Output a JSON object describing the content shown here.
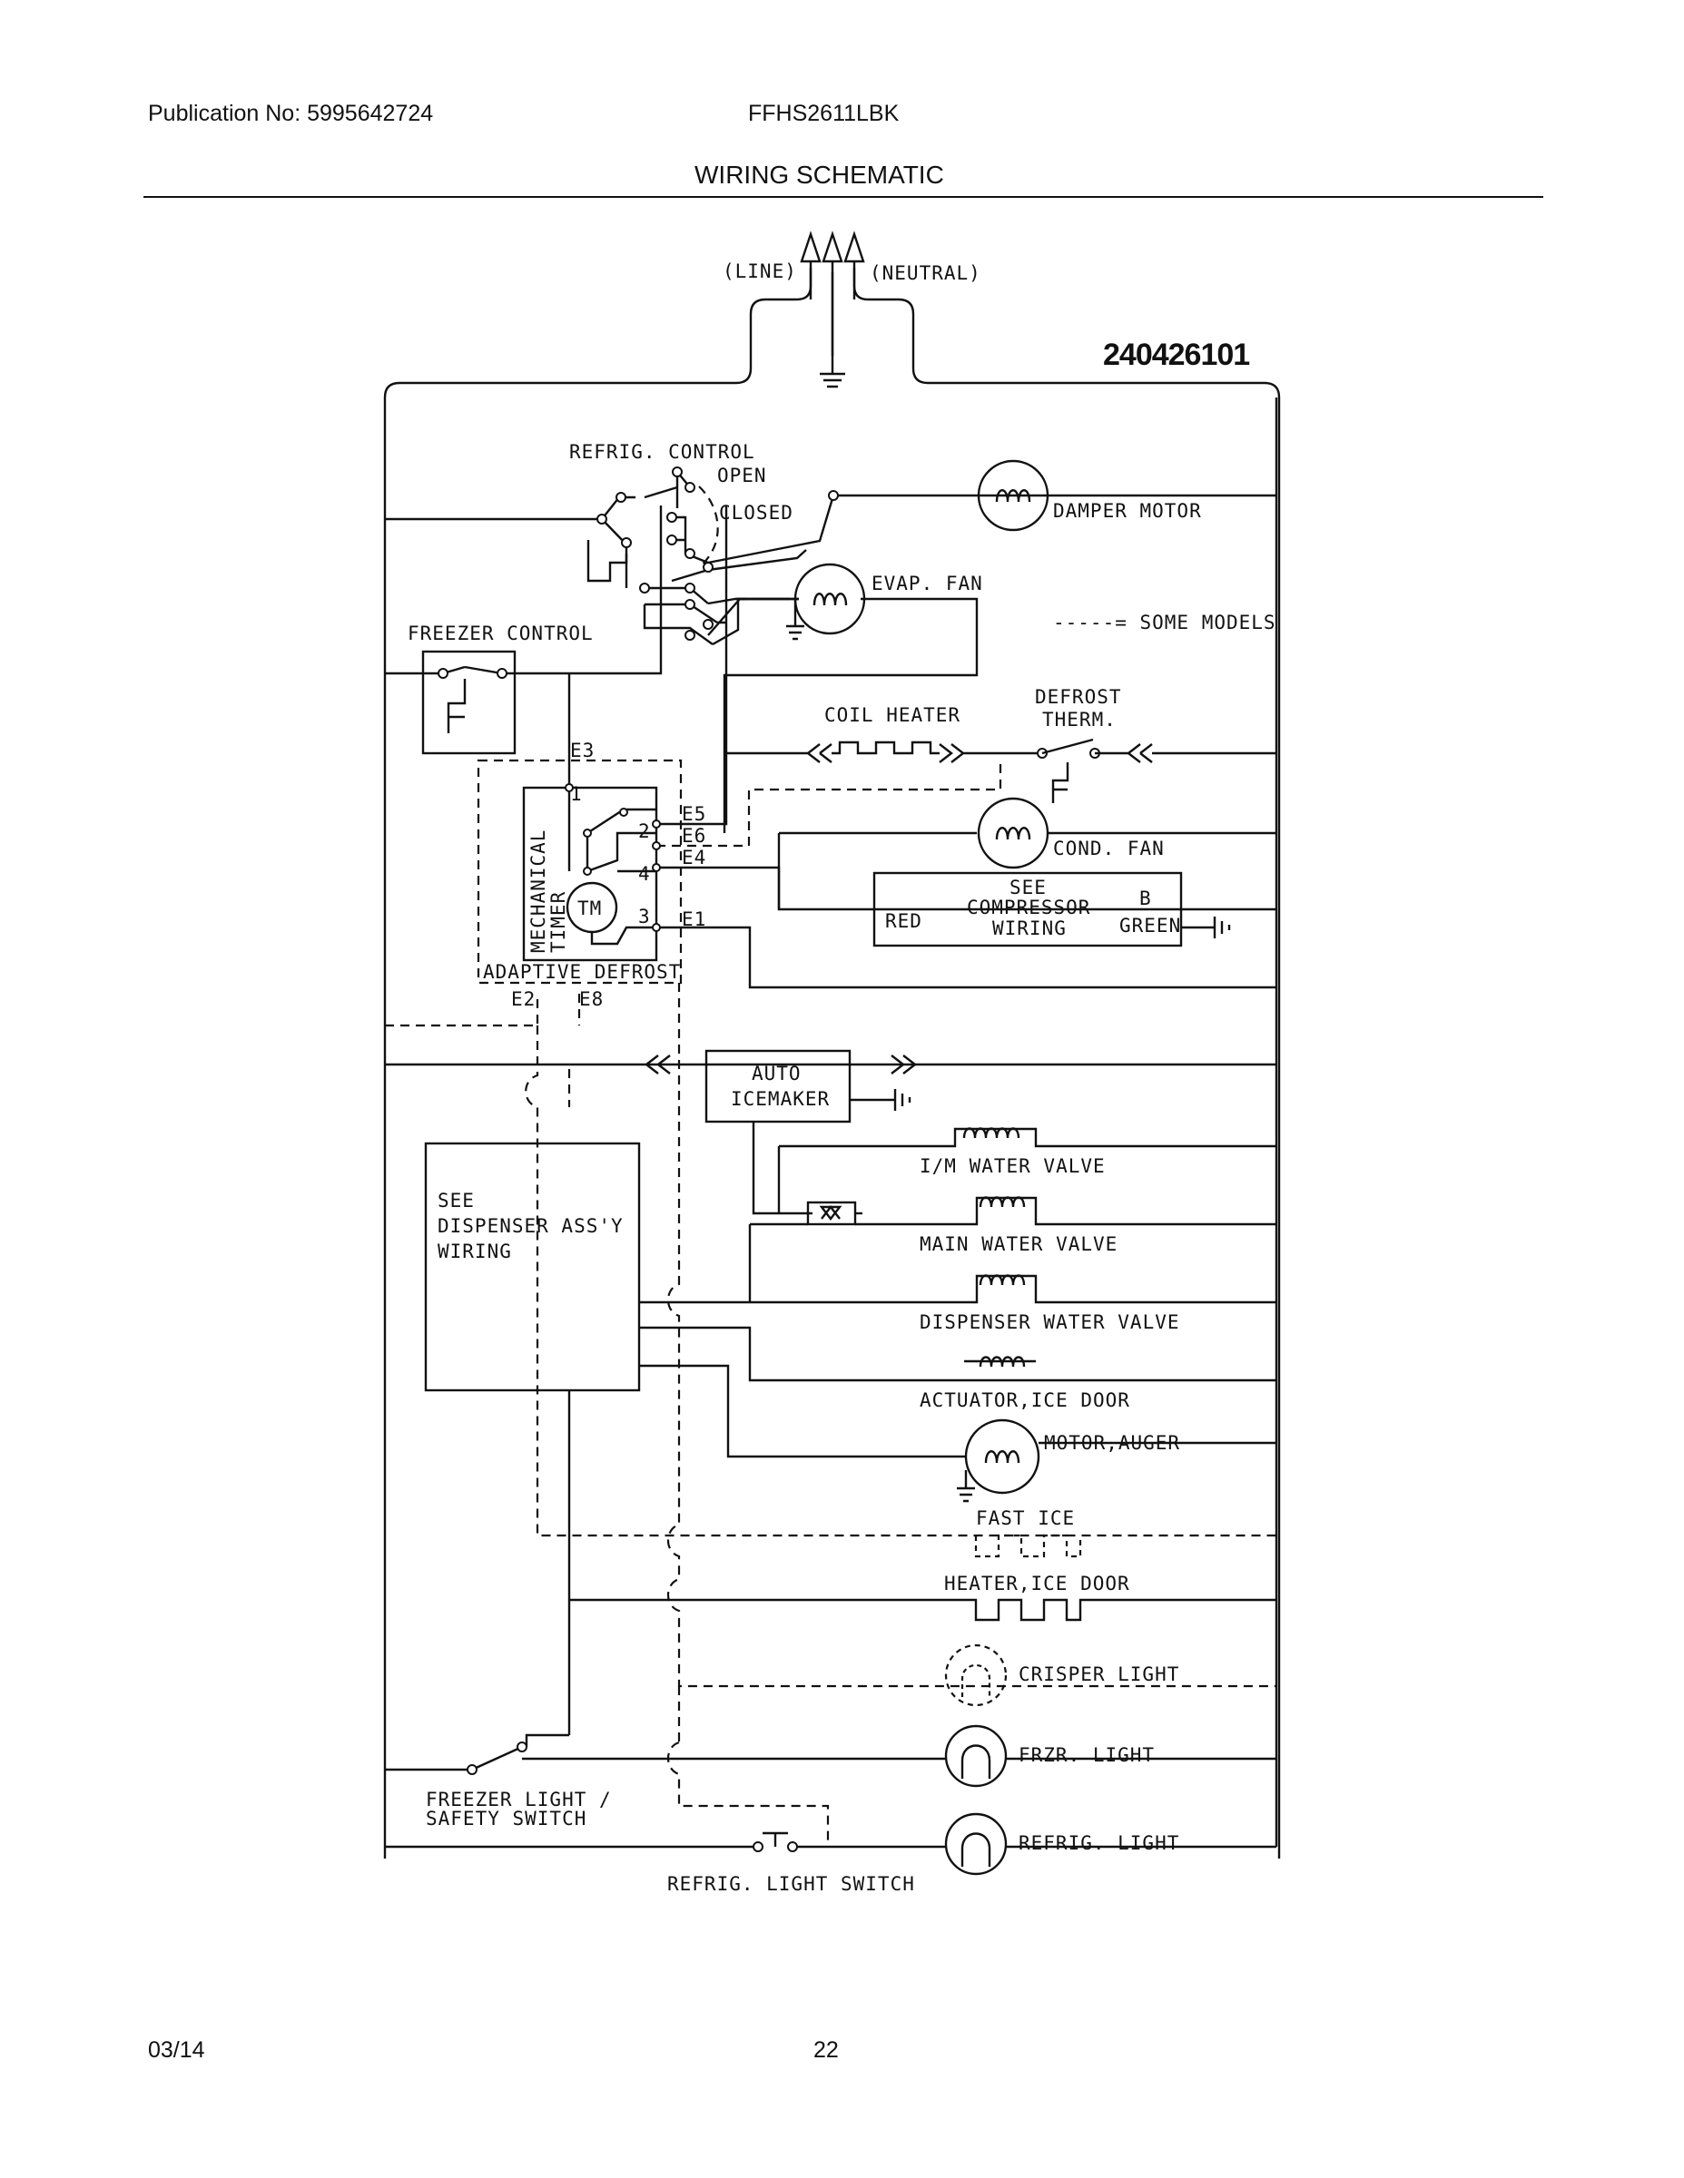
{
  "header": {
    "publication": "Publication No: 5995642724",
    "model": "FFHS2611LBK",
    "title": "WIRING SCHEMATIC"
  },
  "footer": {
    "date": "03/14",
    "page_number": "22"
  },
  "diagram": {
    "part_number": "240426101",
    "line_label": "(LINE)",
    "neutral_label": "(NEUTRAL)",
    "legend": "-----= SOME MODELS",
    "refrig_control": "REFRIG. CONTROL",
    "open": "OPEN",
    "closed": "CLOSED",
    "damper_motor": "DAMPER MOTOR",
    "evap_fan": "EVAP. FAN",
    "freezer_control": "FREEZER CONTROL",
    "coil_heater": "COIL HEATER",
    "defrost_therm_1": "DEFROST",
    "defrost_therm_2": "THERM.",
    "cond_fan": "COND. FAN",
    "compressor_1": "SEE",
    "compressor_2": "COMPRESSOR",
    "compressor_3": "WIRING",
    "red": "RED",
    "b": "B",
    "green": "GREEN",
    "mechanical": "MECHANICAL",
    "timer": "TIMER",
    "tm": "TM",
    "adaptive_defrost": "ADAPTIVE DEFROST",
    "terminals": {
      "e1": "E1",
      "e2": "E2",
      "e3": "E3",
      "e4": "E4",
      "e5": "E5",
      "e6": "E6",
      "e8": "E8",
      "t1": "1",
      "t2": "2",
      "t3": "3",
      "t4": "4"
    },
    "auto_icemaker_1": "AUTO",
    "auto_icemaker_2": "ICEMAKER",
    "im_water_valve": "I/M WATER VALVE",
    "main_water_valve": "MAIN WATER VALVE",
    "dispenser_water_valve": "DISPENSER WATER VALVE",
    "actuator_ice_door": "ACTUATOR,ICE DOOR",
    "motor_auger": "MOTOR,AUGER",
    "fast_ice": "FAST ICE",
    "heater_ice_door": "HEATER,ICE DOOR",
    "crisper_light": "CRISPER LIGHT",
    "frzr_light": "FRZR. LIGHT",
    "refrig_light": "REFRIG. LIGHT",
    "dispenser_1": "SEE",
    "dispenser_2": "DISPENSER ASS'Y",
    "dispenser_3": "WIRING",
    "freezer_light_1": "FREEZER LIGHT /",
    "freezer_light_2": "SAFETY SWITCH",
    "refrig_light_switch": "REFRIG. LIGHT SWITCH"
  }
}
